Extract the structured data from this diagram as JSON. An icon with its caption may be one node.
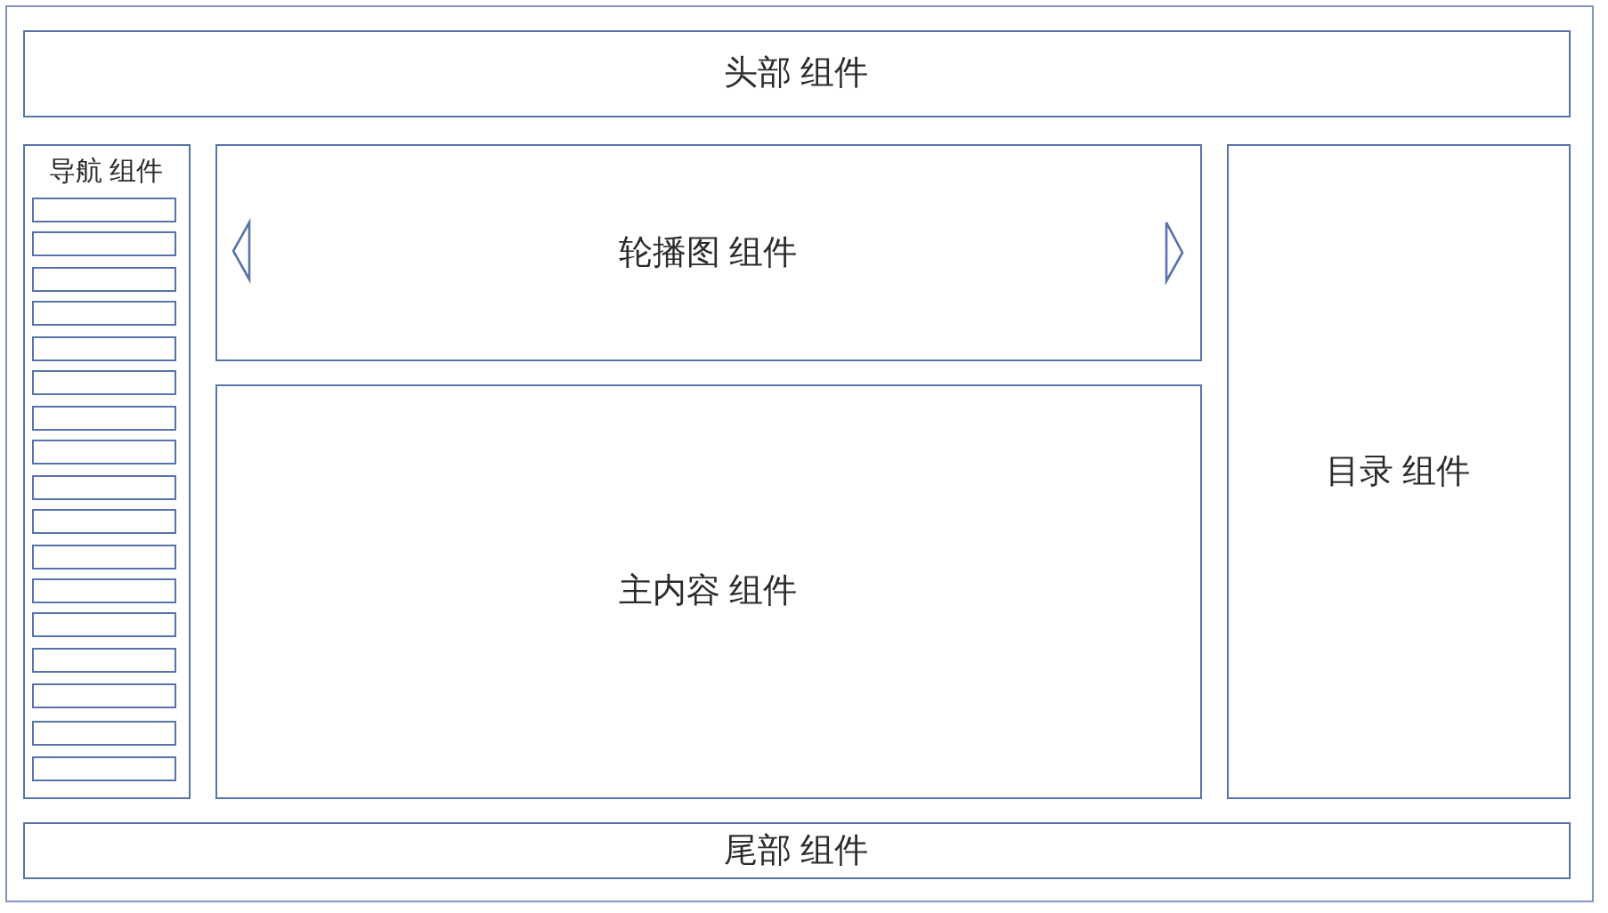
{
  "diagram": {
    "nodes": [
      {
        "text": [],
        "shape": "box"
      },
      {
        "text": [
          "头部 组件"
        ],
        "in": 0
      },
      {
        "text": [
          "导航 组件"
        ],
        "in": 0
      },
      {
        "text": [],
        "shape": "box",
        "in": 2
      },
      {
        "text": [],
        "shape": "box",
        "in": 2
      },
      {
        "text": [],
        "shape": "box",
        "in": 2
      },
      {
        "text": [],
        "shape": "box",
        "in": 2
      },
      {
        "text": [],
        "shape": "box",
        "in": 2
      },
      {
        "text": [],
        "shape": "box",
        "in": 2
      },
      {
        "text": [],
        "shape": "box",
        "in": 2
      },
      {
        "text": [],
        "shape": "box",
        "in": 2
      },
      {
        "text": [],
        "shape": "box",
        "in": 2
      },
      {
        "text": [],
        "shape": "box",
        "in": 2
      },
      {
        "text": [],
        "shape": "box",
        "in": 2
      },
      {
        "text": [],
        "shape": "box",
        "in": 2
      },
      {
        "text": [],
        "shape": "box",
        "in": 2
      },
      {
        "text": [],
        "shape": "box",
        "in": 2
      },
      {
        "text": [],
        "shape": "box",
        "in": 2
      },
      {
        "text": [],
        "shape": "box",
        "in": 2
      },
      {
        "text": [],
        "shape": "box",
        "in": 2
      },
      {
        "text": [
          "轮播图 组件"
        ],
        "in": 0
      },
      {
        "text": [
          "主内容 组件"
        ],
        "in": 0
      },
      {
        "text": [
          "目录 组件"
        ],
        "in": 0
      },
      {
        "text": [
          "尾部 组件"
        ],
        "in": 0
      }
    ]
  }
}
